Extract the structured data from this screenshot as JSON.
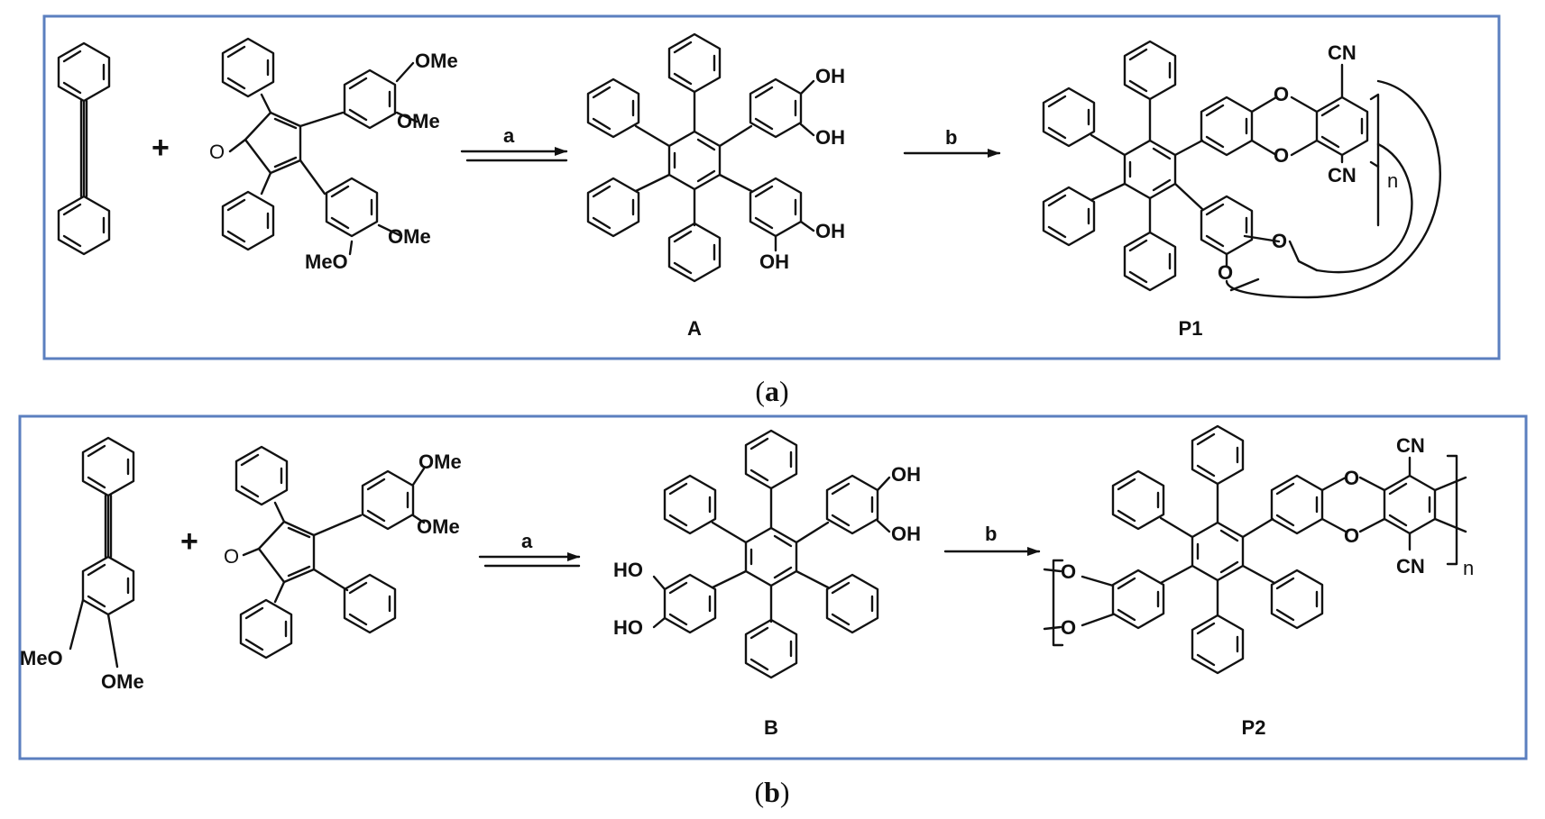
{
  "panel_a": {
    "caption_open": "(",
    "caption_letter": "a",
    "caption_close": ")",
    "plus": "+",
    "reagent_a": "a",
    "reagent_b": "b",
    "compound_a_label": "A",
    "polymer_label": "P1",
    "repeat_subscript": "n",
    "ome": "OMe",
    "meo": "MeO",
    "oh": "OH",
    "o": "O",
    "cn": "CN"
  },
  "panel_b": {
    "caption_open": "(",
    "caption_letter": "b",
    "caption_close": ")",
    "plus": "+",
    "reagent_a": "a",
    "reagent_b": "b",
    "compound_b_label": "B",
    "polymer_label": "P2",
    "repeat_subscript": "n",
    "ome": "OMe",
    "meo": "MeO",
    "oh": "OH",
    "ho": "HO",
    "o": "O",
    "cn": "CN"
  },
  "colors": {
    "frame": "#5b7fbf",
    "ink": "#111111"
  }
}
